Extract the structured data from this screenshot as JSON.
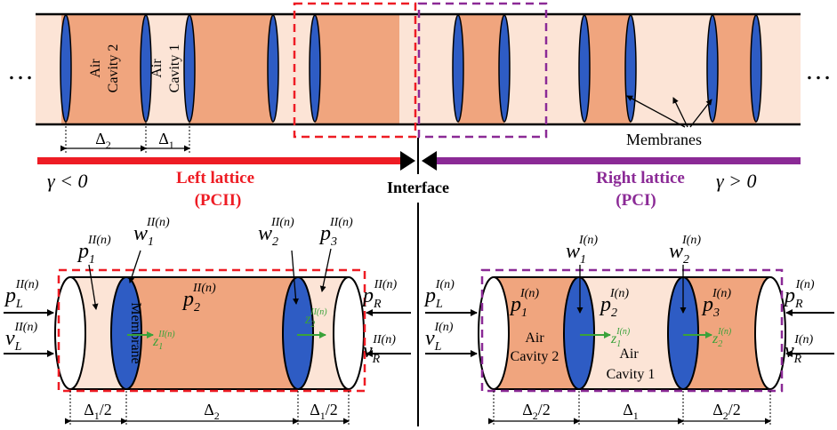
{
  "top": {
    "ellipsis": "…",
    "cavity_air": "Air",
    "cavity2": "Cavity 2",
    "cavity1": "Cavity 1",
    "delta2": "Δ",
    "delta2_sub": "2",
    "delta1": "Δ",
    "delta1_sub": "1",
    "membranes": "Membranes"
  },
  "labels": {
    "gamma_left": "γ < 0",
    "gamma_right": "γ > 0",
    "left_lattice": "Left lattice",
    "left_lattice_sub": "(PCII)",
    "right_lattice": "Right lattice",
    "right_lattice_sub": "(PCI)",
    "interface": "Interface"
  },
  "left_cell": {
    "sup": "II(n)",
    "p": "p",
    "v": "v",
    "w": "w",
    "z": "z",
    "sub_L": "L",
    "sub_R": "R",
    "sub_1": "1",
    "sub_2": "2",
    "sub_3": "3",
    "membrane": "Membrane",
    "dim_a": "Δ",
    "dim_a_sub": "1",
    "dim_a_tail": "/2",
    "dim_b": "Δ",
    "dim_b_sub": "2",
    "dim_c": "Δ",
    "dim_c_sub": "1",
    "dim_c_tail": "/2"
  },
  "right_cell": {
    "sup": "I(n)",
    "p": "p",
    "v": "v",
    "w": "w",
    "z": "z",
    "sub_L": "L",
    "sub_R": "R",
    "sub_1": "1",
    "sub_2": "2",
    "sub_3": "3",
    "air": "Air",
    "cavity2": "Cavity 2",
    "cavity1": "Cavity 1",
    "dim_a": "Δ",
    "dim_a_sub": "2",
    "dim_a_tail": "/2",
    "dim_b": "Δ",
    "dim_b_sub": "1",
    "dim_c": "Δ",
    "dim_c_sub": "2",
    "dim_c_tail": "/2"
  },
  "colors": {
    "dark_cavity": "#f0a57e",
    "light_cavity": "#fce4d6",
    "membrane": "#2e5cc4",
    "red": "#ee1c24",
    "purple": "#8b2a96",
    "green": "#3aa23a"
  }
}
